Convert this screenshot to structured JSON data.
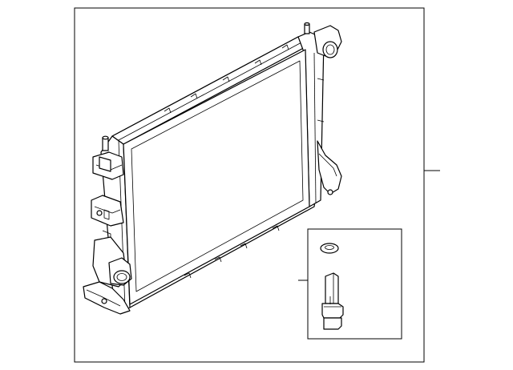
{
  "diagram": {
    "parts": [
      {
        "id": "radiator-assembly",
        "description_visible": false
      },
      {
        "id": "drain-plug-kit",
        "description_visible": false
      }
    ],
    "callouts": [
      {
        "target": "radiator-assembly",
        "label": ""
      },
      {
        "target": "drain-plug-kit",
        "label": ""
      }
    ]
  }
}
